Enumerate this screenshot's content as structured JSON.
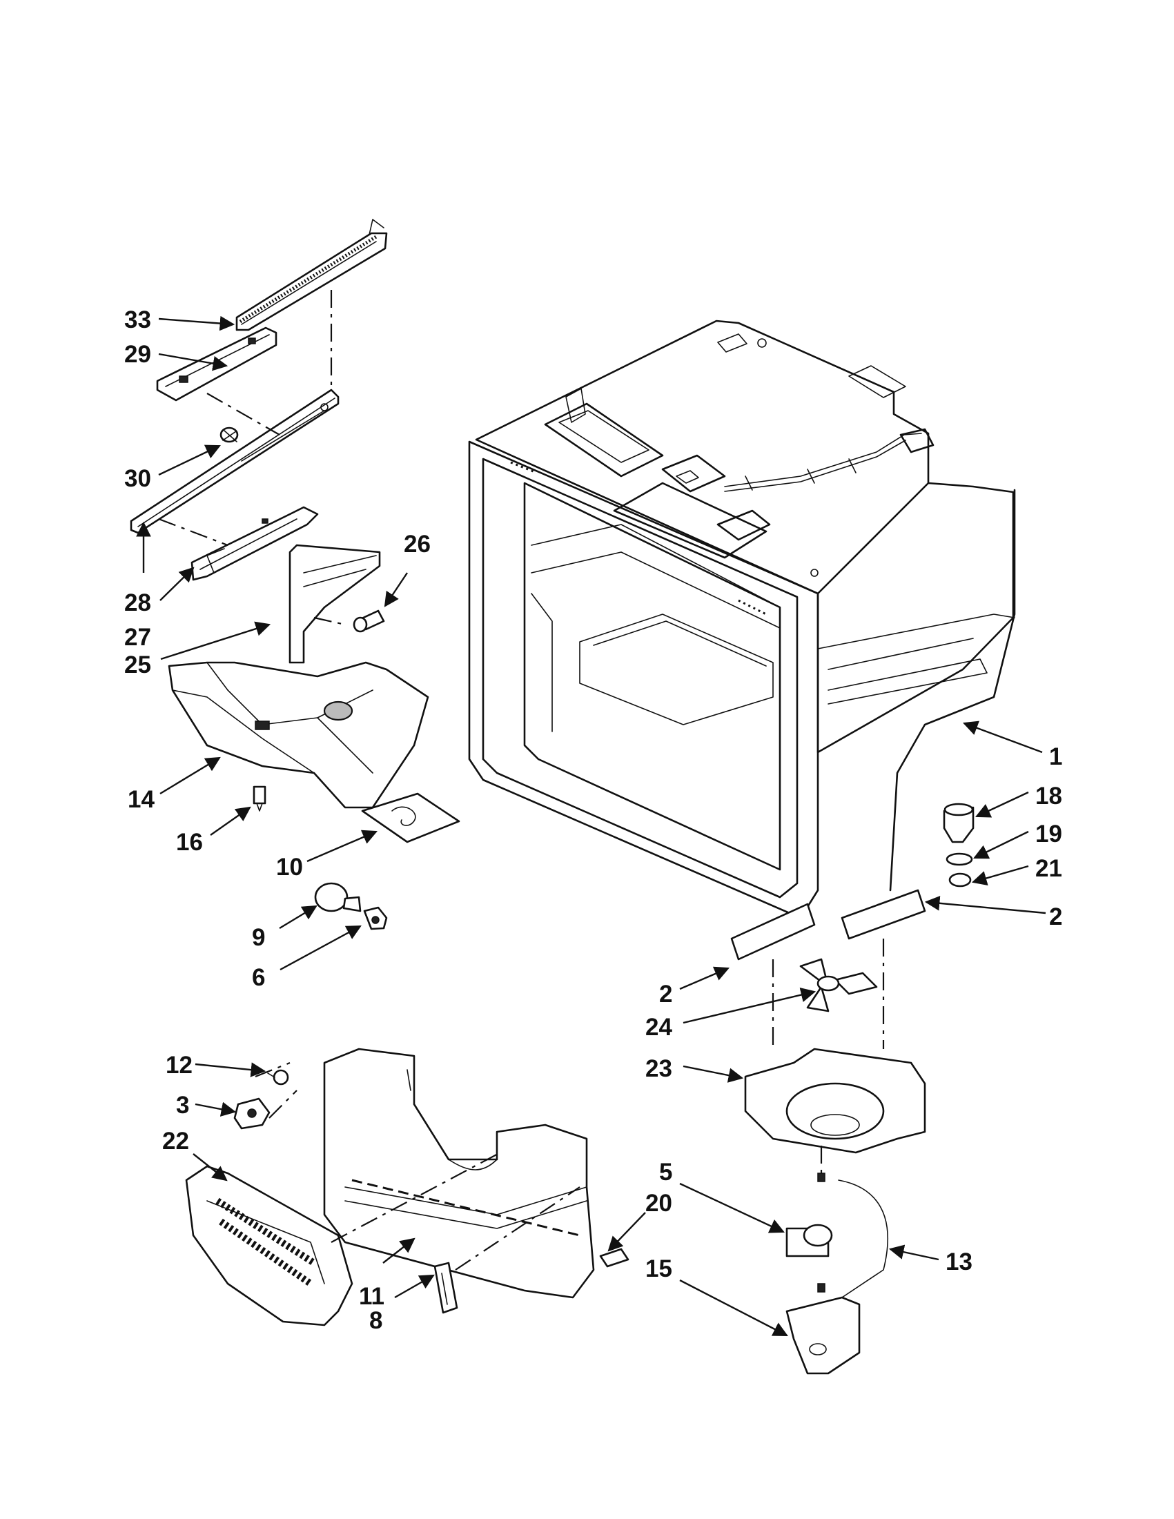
{
  "diagram": {
    "callouts": [
      {
        "id": "c33",
        "label": "33"
      },
      {
        "id": "c29",
        "label": "29"
      },
      {
        "id": "c30",
        "label": "30"
      },
      {
        "id": "c28",
        "label": "28"
      },
      {
        "id": "c27",
        "label": "27"
      },
      {
        "id": "c25",
        "label": "25"
      },
      {
        "id": "c26",
        "label": "26"
      },
      {
        "id": "c14",
        "label": "14"
      },
      {
        "id": "c16",
        "label": "16"
      },
      {
        "id": "c10",
        "label": "10"
      },
      {
        "id": "c9",
        "label": "9"
      },
      {
        "id": "c6",
        "label": "6"
      },
      {
        "id": "c12",
        "label": "12"
      },
      {
        "id": "c3",
        "label": "3"
      },
      {
        "id": "c22",
        "label": "22"
      },
      {
        "id": "c11",
        "label": "11"
      },
      {
        "id": "c8",
        "label": "8"
      },
      {
        "id": "c1",
        "label": "1"
      },
      {
        "id": "c18",
        "label": "18"
      },
      {
        "id": "c19",
        "label": "19"
      },
      {
        "id": "c21",
        "label": "21"
      },
      {
        "id": "c2a",
        "label": "2"
      },
      {
        "id": "c2b",
        "label": "2"
      },
      {
        "id": "c24",
        "label": "24"
      },
      {
        "id": "c23",
        "label": "23"
      },
      {
        "id": "c5",
        "label": "5"
      },
      {
        "id": "c20",
        "label": "20"
      },
      {
        "id": "c13",
        "label": "13"
      },
      {
        "id": "c15",
        "label": "15"
      }
    ]
  },
  "colors": {
    "ink": "#111111",
    "background": "#ffffff"
  }
}
